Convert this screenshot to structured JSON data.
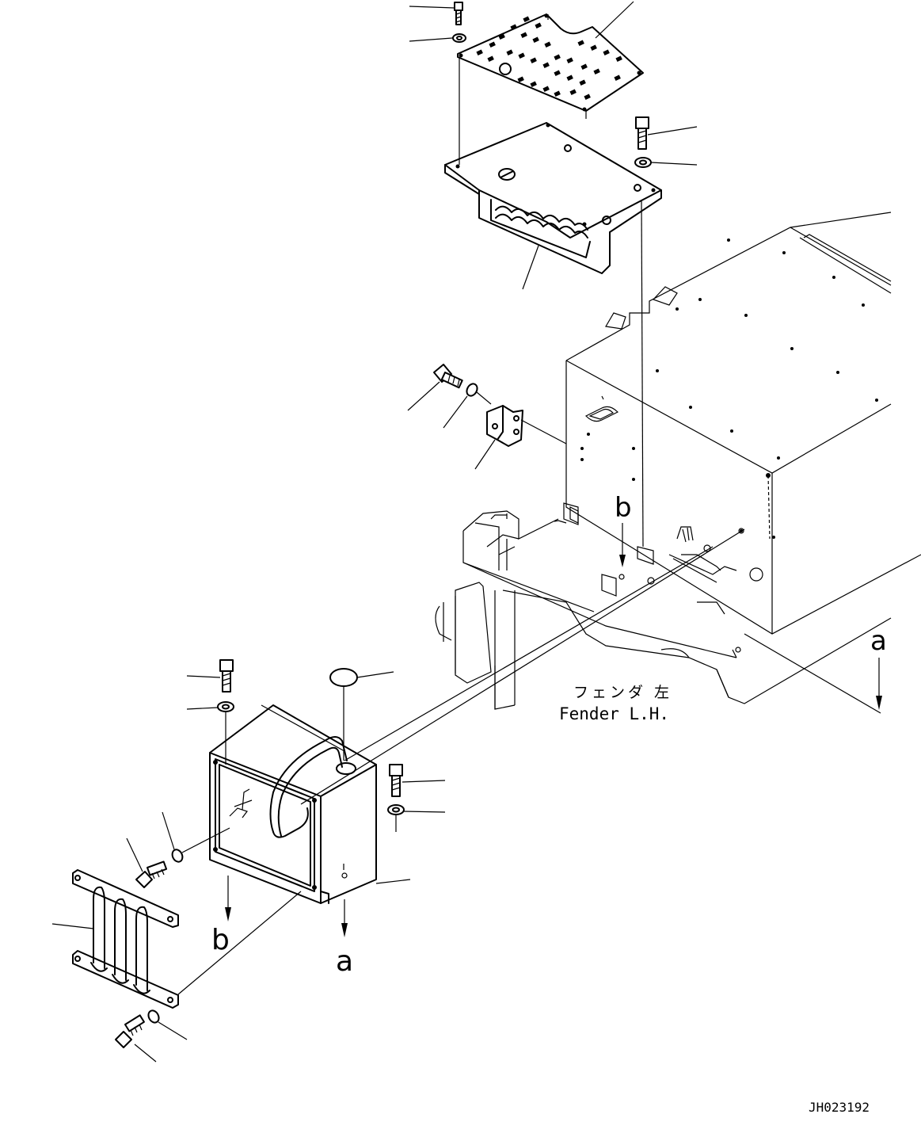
{
  "labels": {
    "fender_jp": "フェンダ 左",
    "fender_en": "Fender L.H.",
    "ref_b_top": "b",
    "ref_a_right": "a",
    "ref_b_bottom": "b",
    "ref_a_bottom": "a",
    "drawing_code": "JH023192"
  }
}
